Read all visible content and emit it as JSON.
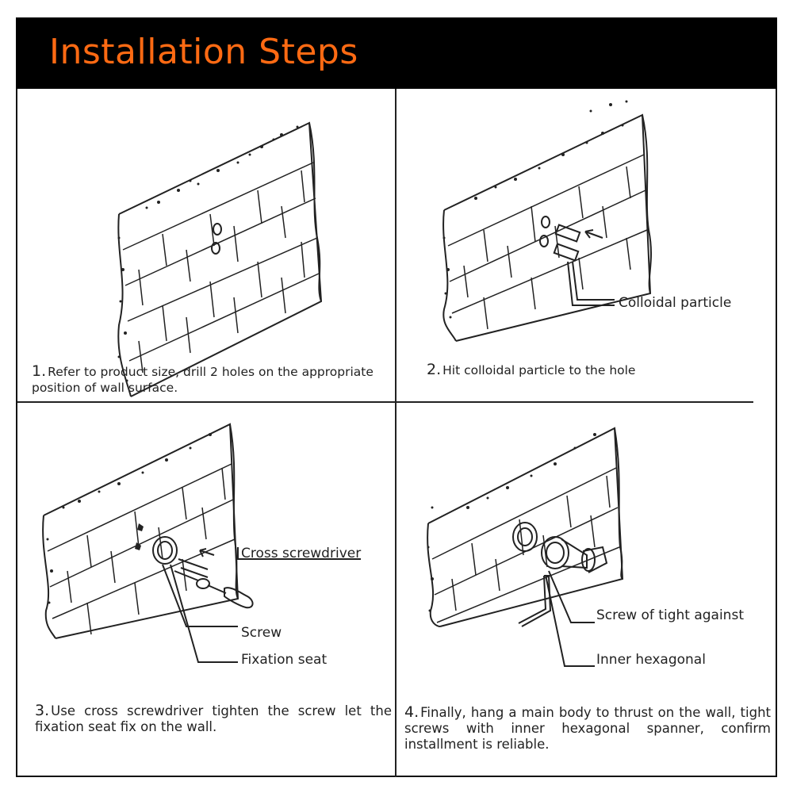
{
  "header": {
    "title": "Installation Steps"
  },
  "colors": {
    "header_bg": "#000000",
    "title": "#ff6a13",
    "line": "#222222"
  },
  "steps": [
    {
      "number": "1.",
      "text": "Refer to product size, drill 2 holes on the appropriate position of wall surface.",
      "callouts": []
    },
    {
      "number": "2.",
      "text": "Hit colloidal particle to the hole",
      "callouts": [
        "Colloidal particle"
      ]
    },
    {
      "number": "3.",
      "text": "Use cross screwdriver tighten the screw let the fixation seat fix on the wall.",
      "callouts": [
        "Cross screwdriver",
        "Screw",
        "Fixation seat"
      ]
    },
    {
      "number": "4.",
      "text": "Finally, hang a main body to thrust on the wall, tight screws with inner hexagonal spanner, confirm installment is reliable.",
      "callouts": [
        "Screw of tight against",
        "Inner hexagonal"
      ]
    }
  ]
}
